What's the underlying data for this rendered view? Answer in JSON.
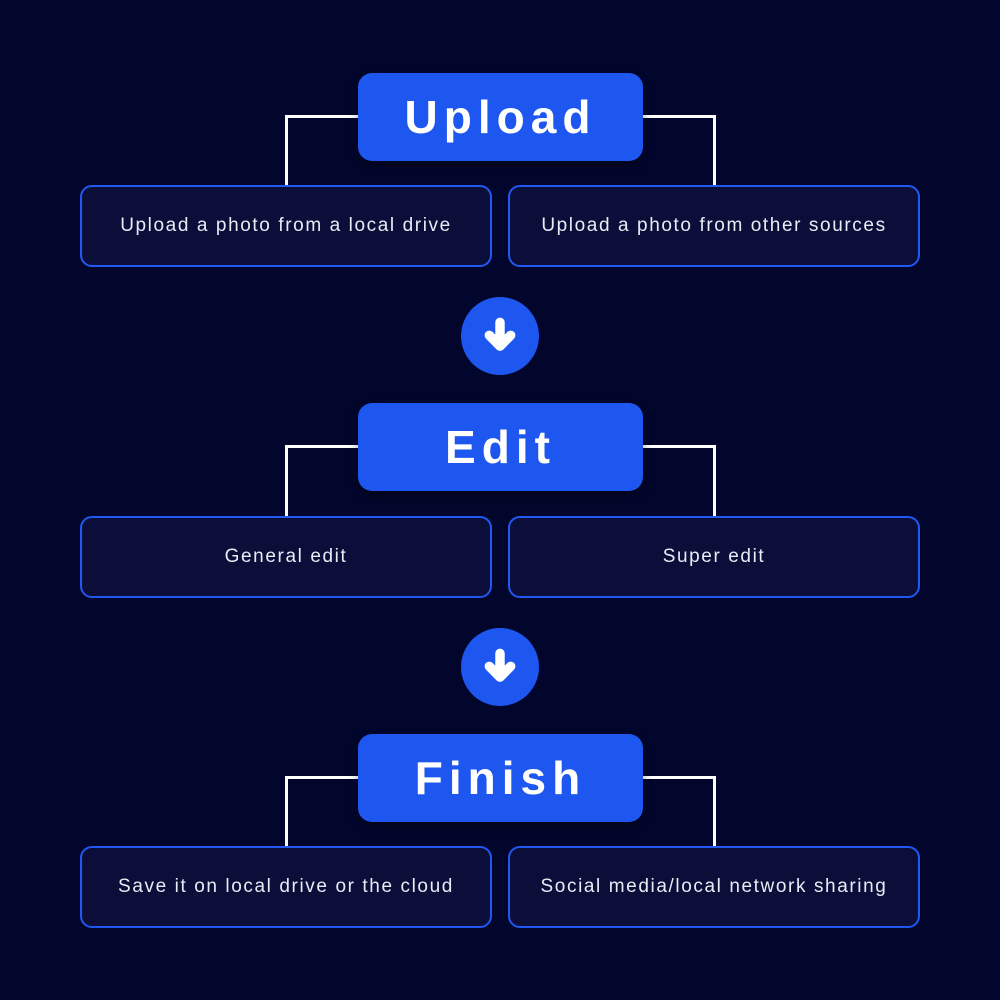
{
  "colors": {
    "background": "#03062c",
    "panel": "#0a0e38",
    "accent": "#1e57f0",
    "border": "#2158f2",
    "line": "#ffffff",
    "text": "#ffffff",
    "muted_text": "#e9ebf5"
  },
  "diagram": {
    "type": "flowchart",
    "direction": "top-down",
    "sections": [
      {
        "id": "upload",
        "title": "Upload",
        "children": [
          {
            "label": "Upload a photo from a local drive"
          },
          {
            "label": "Upload a photo from other sources"
          }
        ]
      },
      {
        "id": "edit",
        "title": "Edit",
        "children": [
          {
            "label": "General edit"
          },
          {
            "label": "Super edit"
          }
        ]
      },
      {
        "id": "finish",
        "title": "Finish",
        "children": [
          {
            "label": "Save it on local drive or the cloud"
          },
          {
            "label": "Social media/local network sharing"
          }
        ]
      }
    ],
    "connectors": [
      {
        "from": "upload",
        "to": "edit",
        "icon": "down-arrow"
      },
      {
        "from": "edit",
        "to": "finish",
        "icon": "down-arrow"
      }
    ]
  }
}
